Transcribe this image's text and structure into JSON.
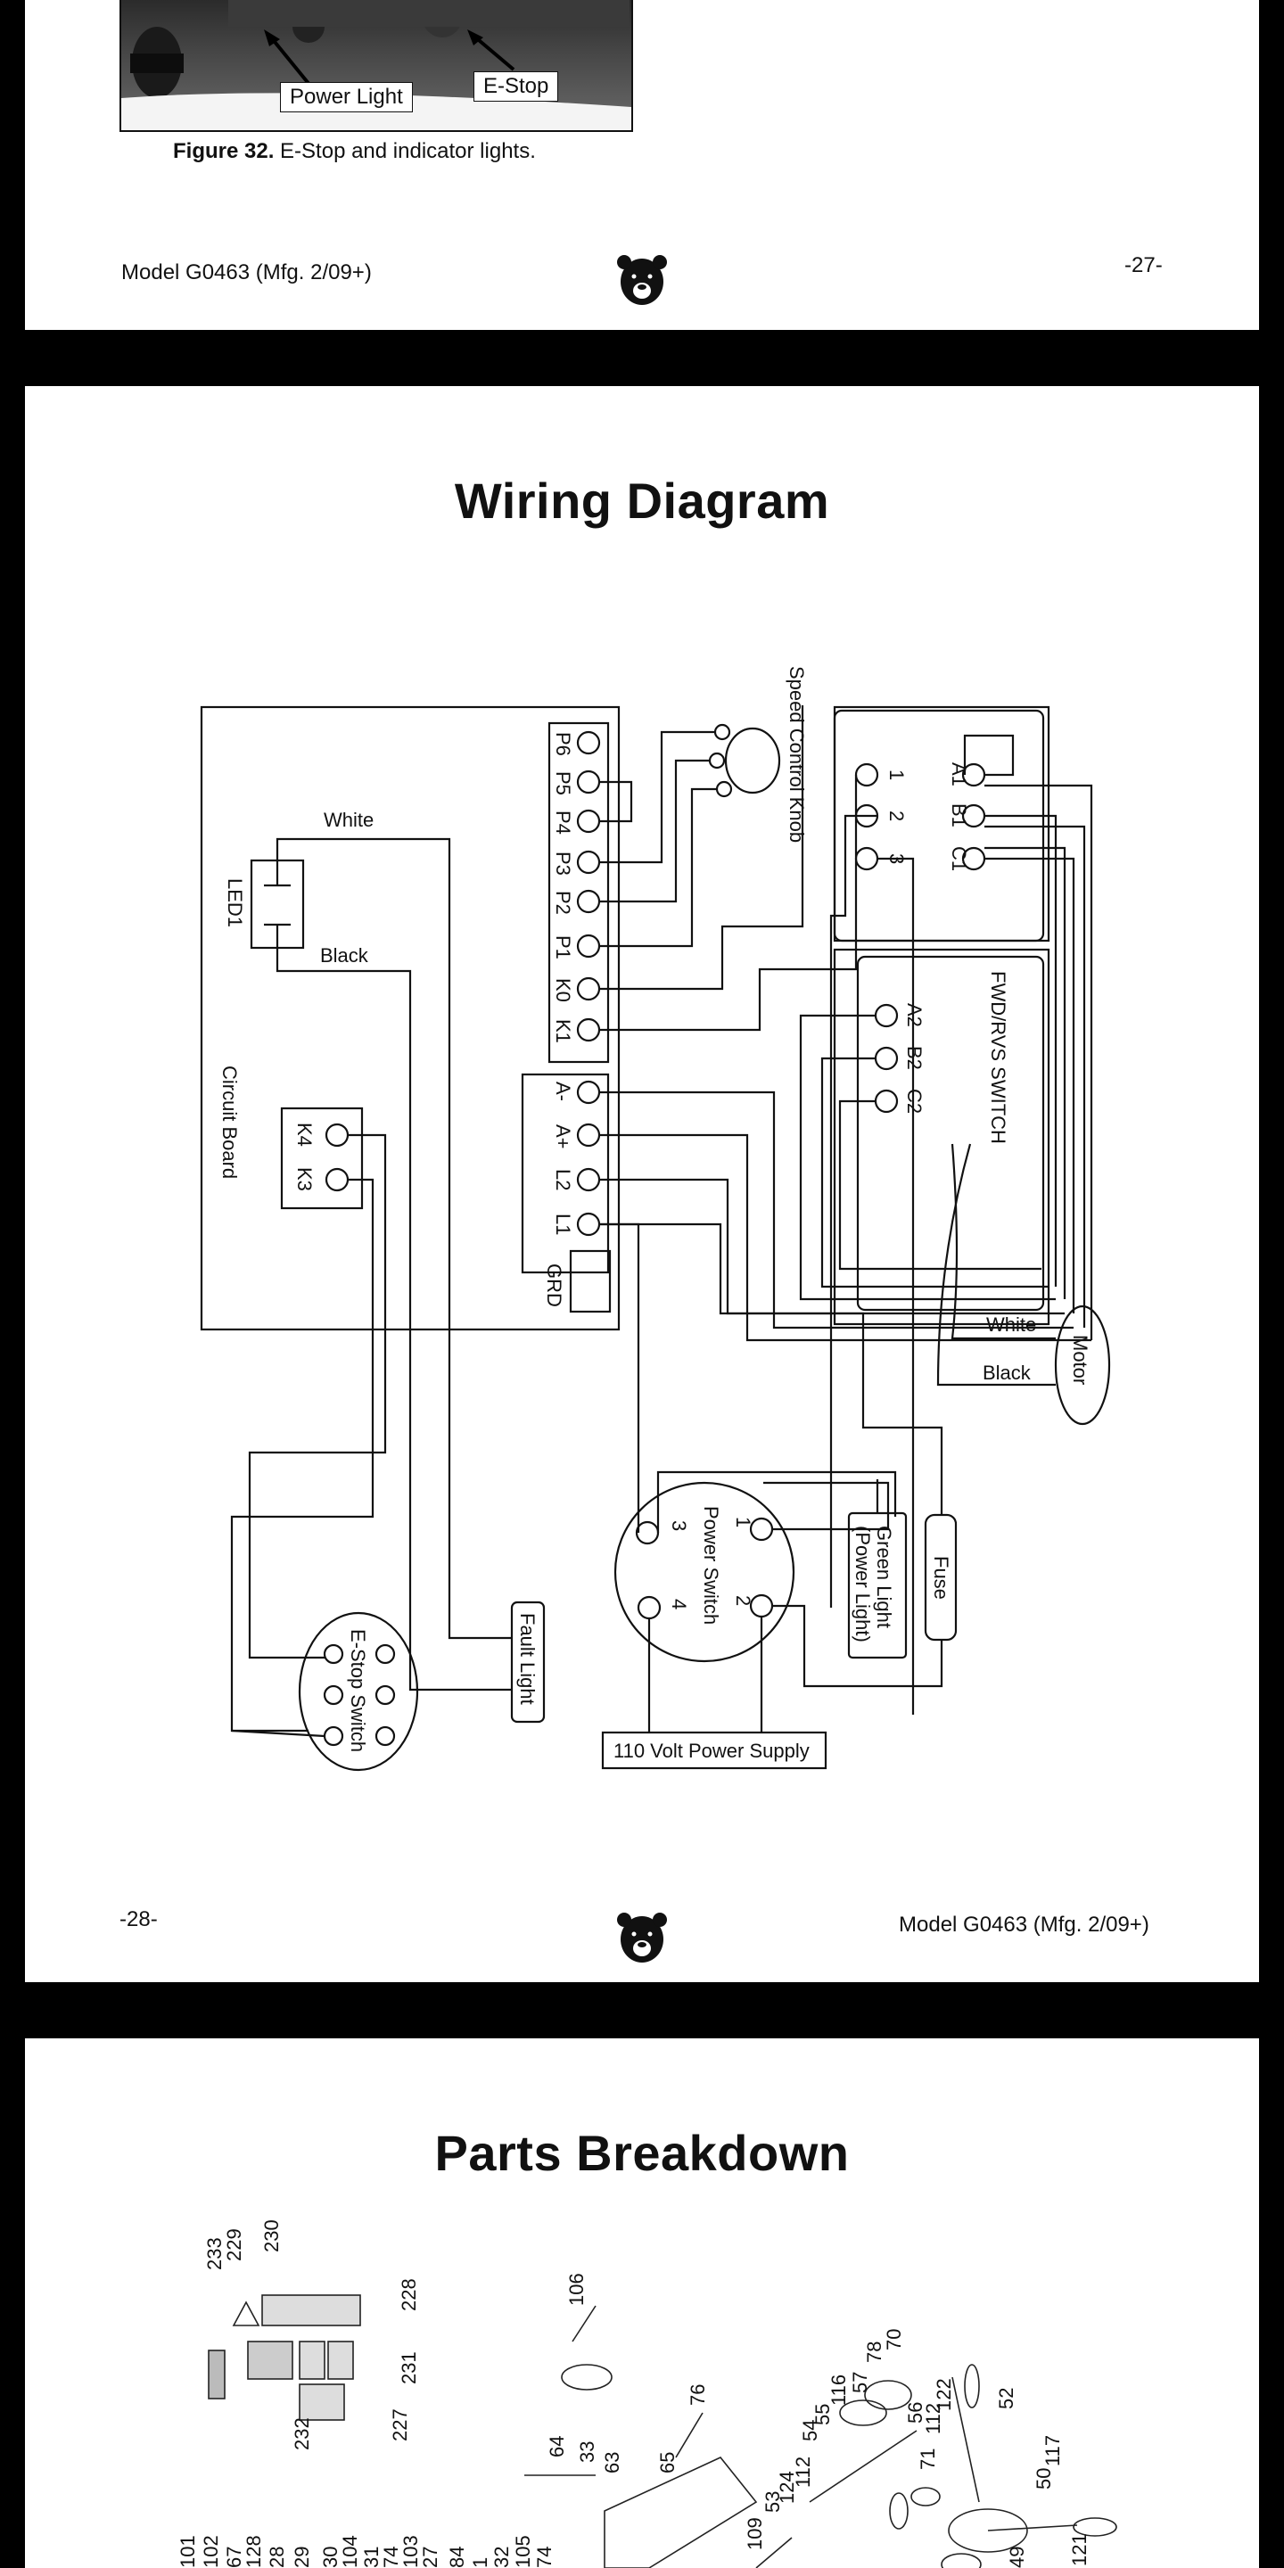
{
  "page1": {
    "photo_labels": {
      "power_light": "Power Light",
      "estop": "E-Stop"
    },
    "figure_label": "Figure 32.",
    "figure_caption": "E-Stop and indicator lights.",
    "footer_left": "Model G0463 (Mfg. 2/09+)",
    "footer_right": "-27-"
  },
  "page2": {
    "title": "Wiring Diagram",
    "labels": {
      "speed_control_knob": "Speed Control Knob",
      "circuit_board": "Circuit Board",
      "led1": "LED1",
      "white": "White",
      "black": "Black",
      "fwd_rvs_switch": "FWD/RVS SWITCH",
      "motor": "Motor",
      "motor_white": "White",
      "motor_black": "Black",
      "grd": "GRD",
      "power_switch": "Power Switch",
      "green_light_1": "Green Light",
      "green_light_2": "(Power Light)",
      "fuse": "Fuse",
      "fault_light": "Fault Light",
      "estop_switch": "E-Stop Switch",
      "power_supply": "110 Volt Power Supply"
    },
    "terminals_top": [
      "P6",
      "P5",
      "P4",
      "P3",
      "P2",
      "P1",
      "K0",
      "K1"
    ],
    "terminals_bottom": [
      "A-",
      "A+",
      "L2",
      "L1"
    ],
    "k_terminals": [
      "K4",
      "K3"
    ],
    "switch_upper": {
      "left": [
        "1",
        "2",
        "3"
      ],
      "right": [
        "A1",
        "B1",
        "C1"
      ]
    },
    "switch_lower": [
      "A2",
      "B2",
      "C2"
    ],
    "power_switch_terminals": [
      "1",
      "2",
      "3",
      "4"
    ],
    "footer_left": "-28-",
    "footer_right": "Model G0463 (Mfg. 2/09+)"
  },
  "page3": {
    "title": "Parts Breakdown",
    "callouts": [
      "233",
      "229",
      "230",
      "228",
      "231",
      "232",
      "227",
      "106",
      "76",
      "64",
      "33",
      "63",
      "65",
      "116",
      "57",
      "78",
      "70",
      "55",
      "54",
      "56",
      "112",
      "122",
      "52",
      "71",
      "117",
      "50",
      "124",
      "112",
      "53",
      "109",
      "49",
      "121",
      "101",
      "102",
      "67",
      "128",
      "28",
      "29",
      "30",
      "104",
      "31",
      "74",
      "103",
      "27",
      "84",
      "1",
      "32",
      "105",
      "74"
    ]
  }
}
